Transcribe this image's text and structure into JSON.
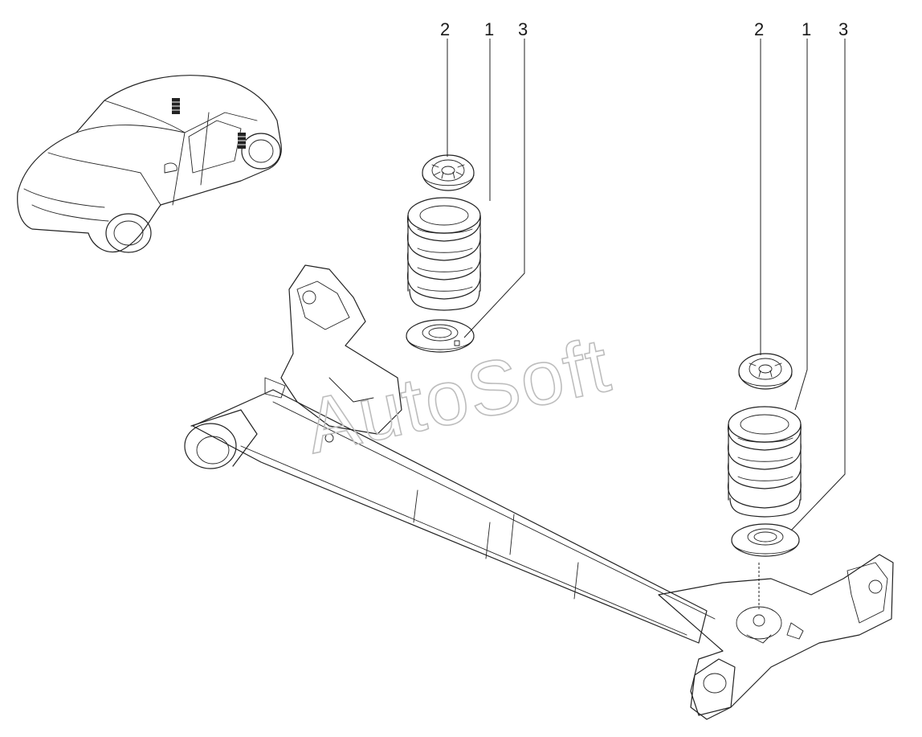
{
  "watermark": "AutoSoft",
  "callouts": {
    "left": {
      "washer": "2",
      "spring": "1",
      "seat": "3"
    },
    "right": {
      "washer": "2",
      "spring": "1",
      "seat": "3"
    }
  }
}
